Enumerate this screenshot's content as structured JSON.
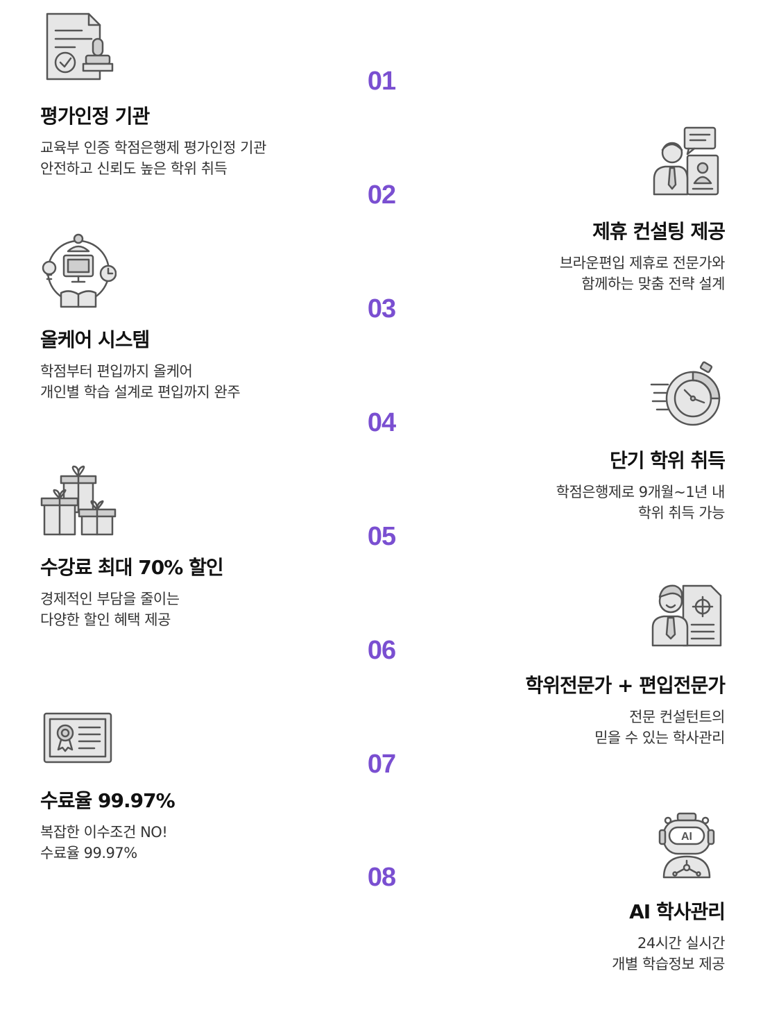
{
  "numbers": [
    "01",
    "02",
    "03",
    "04",
    "05",
    "06",
    "07",
    "08"
  ],
  "items": [
    {
      "title": "평가인정 기관",
      "desc1": "교육부 인증 학점은행제 평가인정 기관",
      "desc2": "안전하고 신뢰도 높은 학위 취득",
      "icon": "certificate-stamp-icon"
    },
    {
      "title": "제휴 컨설팅 제공",
      "desc1": "브라운편입 제휴로 전문가와",
      "desc2": "함께하는 맞춤 전략 설계",
      "icon": "consultant-icon"
    },
    {
      "title": "올케어 시스템",
      "desc1": "학점부터 편입까지 올케어",
      "desc2": "개인별 학습 설계로 편입까지 완주",
      "icon": "all-care-system-icon"
    },
    {
      "title": "단기 학위 취득",
      "desc1": "학점은행제로 9개월~1년 내",
      "desc2": "학위 취득 가능",
      "icon": "stopwatch-icon"
    },
    {
      "title": "수강료 최대 70% 할인",
      "desc1": "경제적인 부담을 줄이는",
      "desc2": "다양한 할인 혜택 제공",
      "icon": "gift-boxes-icon"
    },
    {
      "title": "학위전문가 + 편입전문가",
      "desc1": "전문 컨설턴트의",
      "desc2": "믿을 수 있는 학사관리",
      "icon": "expert-document-icon"
    },
    {
      "title": "수료율 99.97%",
      "desc1": "복잡한 이수조건 NO!",
      "desc2": "수료율 99.97%",
      "icon": "diploma-certificate-icon"
    },
    {
      "title": "AI 학사관리",
      "desc1": "24시간 실시간",
      "desc2": "개별 학습정보 제공",
      "icon": "ai-robot-icon",
      "ai_badge": "AI"
    }
  ],
  "colors": {
    "accent": "#7a4fd1",
    "icon_gray": "#555555"
  }
}
